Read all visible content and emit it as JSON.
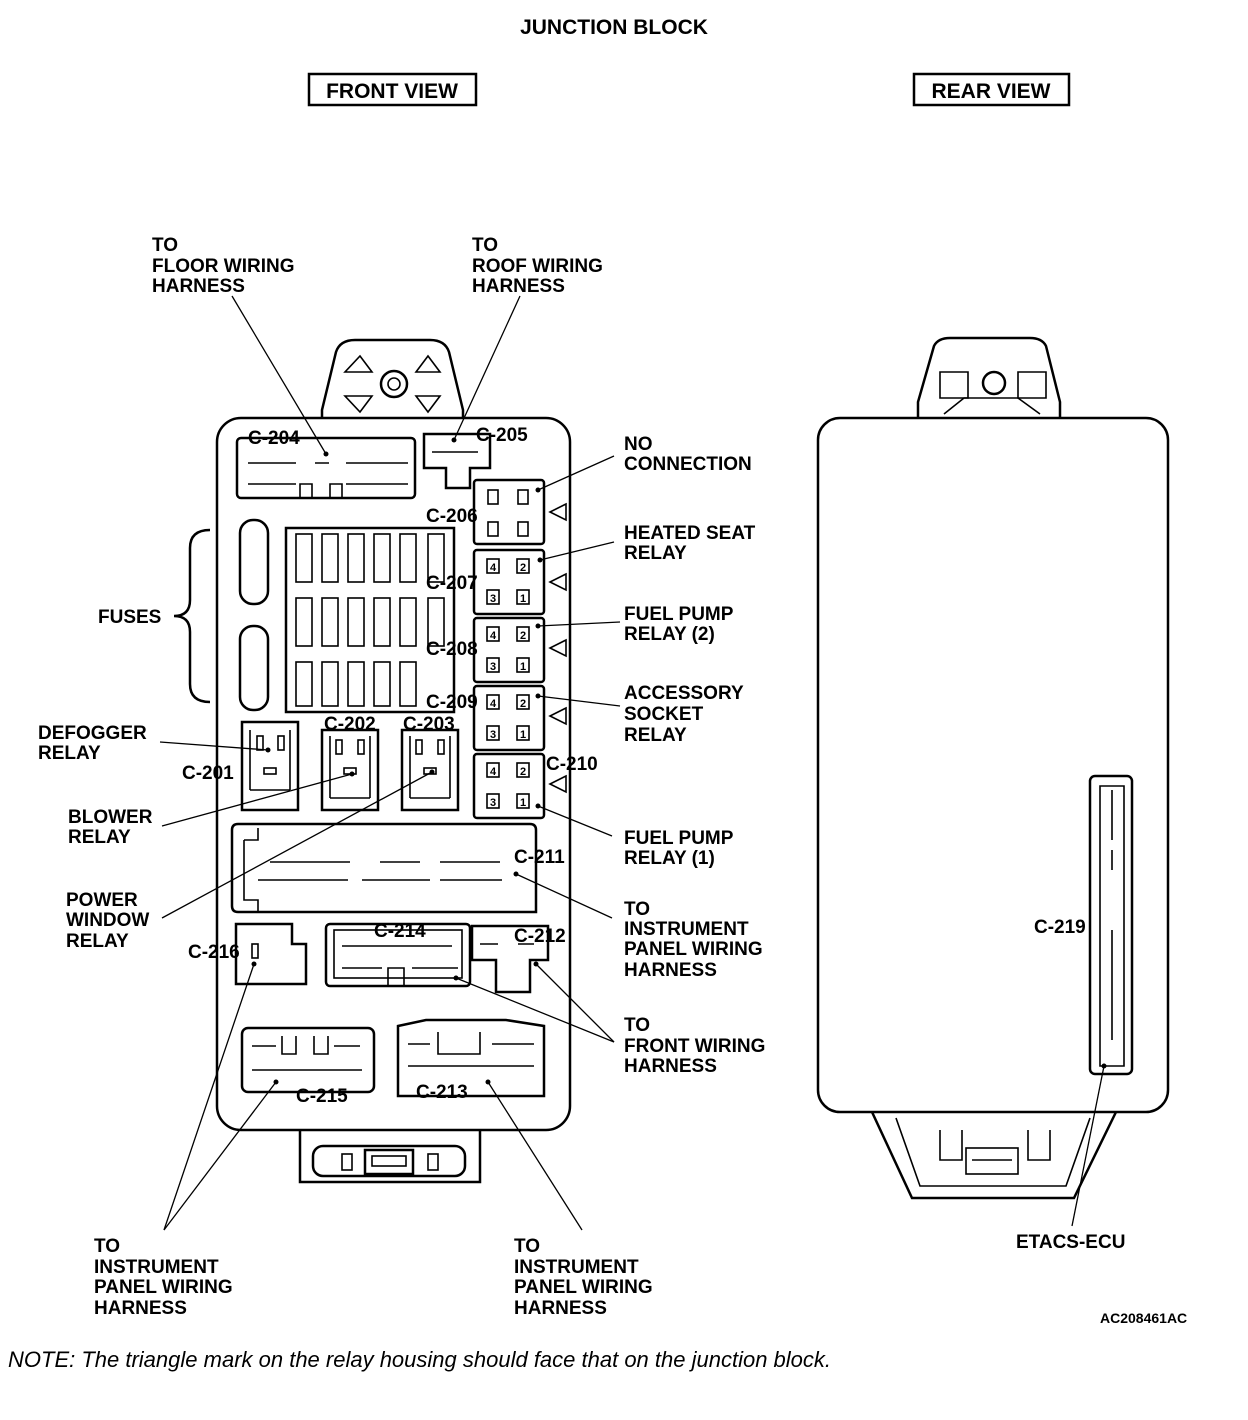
{
  "title": "JUNCTION BLOCK",
  "views": {
    "front": "FRONT VIEW",
    "rear": "REAR VIEW"
  },
  "callouts": {
    "floor": [
      "TO",
      "FLOOR WIRING",
      "HARNESS"
    ],
    "roof": [
      "TO",
      "ROOF WIRING",
      "HARNESS"
    ],
    "no_connection": [
      "NO",
      "CONNECTION"
    ],
    "heated_seat": [
      "HEATED SEAT",
      "RELAY"
    ],
    "fuel_pump_2": [
      "FUEL PUMP",
      "RELAY (2)"
    ],
    "accessory_socket": [
      "ACCESSORY",
      "SOCKET",
      "RELAY"
    ],
    "fuel_pump_1": [
      "FUEL PUMP",
      "RELAY (1)"
    ],
    "instrument_right": [
      "TO",
      "INSTRUMENT",
      "PANEL WIRING",
      "HARNESS"
    ],
    "front_wiring": [
      "TO",
      "FRONT WIRING",
      "HARNESS"
    ],
    "fuses": "FUSES",
    "defogger": [
      "DEFOGGER",
      "RELAY"
    ],
    "blower": [
      "BLOWER",
      "RELAY"
    ],
    "power_window": [
      "POWER",
      "WINDOW",
      "RELAY"
    ],
    "instrument_bottom_left": [
      "TO",
      "INSTRUMENT",
      "PANEL WIRING",
      "HARNESS"
    ],
    "instrument_bottom_mid": [
      "TO",
      "INSTRUMENT",
      "PANEL WIRING",
      "HARNESS"
    ],
    "etacs": "ETACS-ECU"
  },
  "connectors": {
    "c201": "C-201",
    "c202": "C-202",
    "c203": "C-203",
    "c204": "C-204",
    "c205": "C-205",
    "c206": "C-206",
    "c207": "C-207",
    "c208": "C-208",
    "c209": "C-209",
    "c210": "C-210",
    "c211": "C-211",
    "c212": "C-212",
    "c213": "C-213",
    "c214": "C-214",
    "c215": "C-215",
    "c216": "C-216",
    "c219": "C-219"
  },
  "relay_pins": {
    "p1": "1",
    "p2": "2",
    "p3": "3",
    "p4": "4"
  },
  "reference_code": "AC208461AC",
  "note": "NOTE: The triangle mark on the relay housing should face that on the junction block."
}
